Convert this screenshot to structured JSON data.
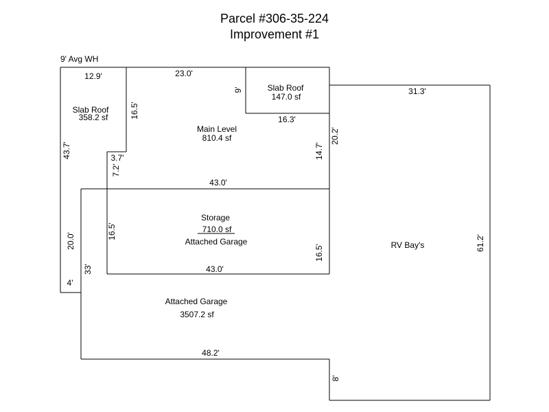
{
  "header": {
    "title": "Parcel #306-35-224",
    "subtitle": "Improvement #1"
  },
  "notes": {
    "wall_height": "9' Avg WH"
  },
  "areas": {
    "slab_roof_left": {
      "name": "Slab Roof",
      "area": "358.2 sf"
    },
    "slab_roof_top": {
      "name": "Slab Roof",
      "area": "147.0 sf"
    },
    "main_level": {
      "name": "Main Level",
      "area": "810.4 sf"
    },
    "storage": {
      "name": "Storage",
      "area": "710.0 sf",
      "sub": "Attached Garage"
    },
    "rv_bays": {
      "name": "RV Bay's"
    },
    "attached_garage": {
      "name": "Attached Garage",
      "area": "3507.2 sf"
    }
  },
  "dimensions": {
    "d_12_9": "12.9'",
    "d_23_0": "23.0'",
    "d_9": "9'",
    "d_16_5_top": "16.5'",
    "d_43_7": "43.7'",
    "d_31_3": "31.3'",
    "d_16_3": "16.3'",
    "d_20_2": "20.2'",
    "d_14_7": "14.7'",
    "d_3_7": "3.7'",
    "d_7_2": "7.2'",
    "d_43_0_top": "43.0'",
    "d_16_5_left": "16.5'",
    "d_20_0": "20.0'",
    "d_16_5_right": "16.5'",
    "d_61_2": "61.2'",
    "d_43_0_bottom": "43.0'",
    "d_33": "33'",
    "d_4": "4'",
    "d_48_2": "48.2'",
    "d_8": "8'"
  }
}
